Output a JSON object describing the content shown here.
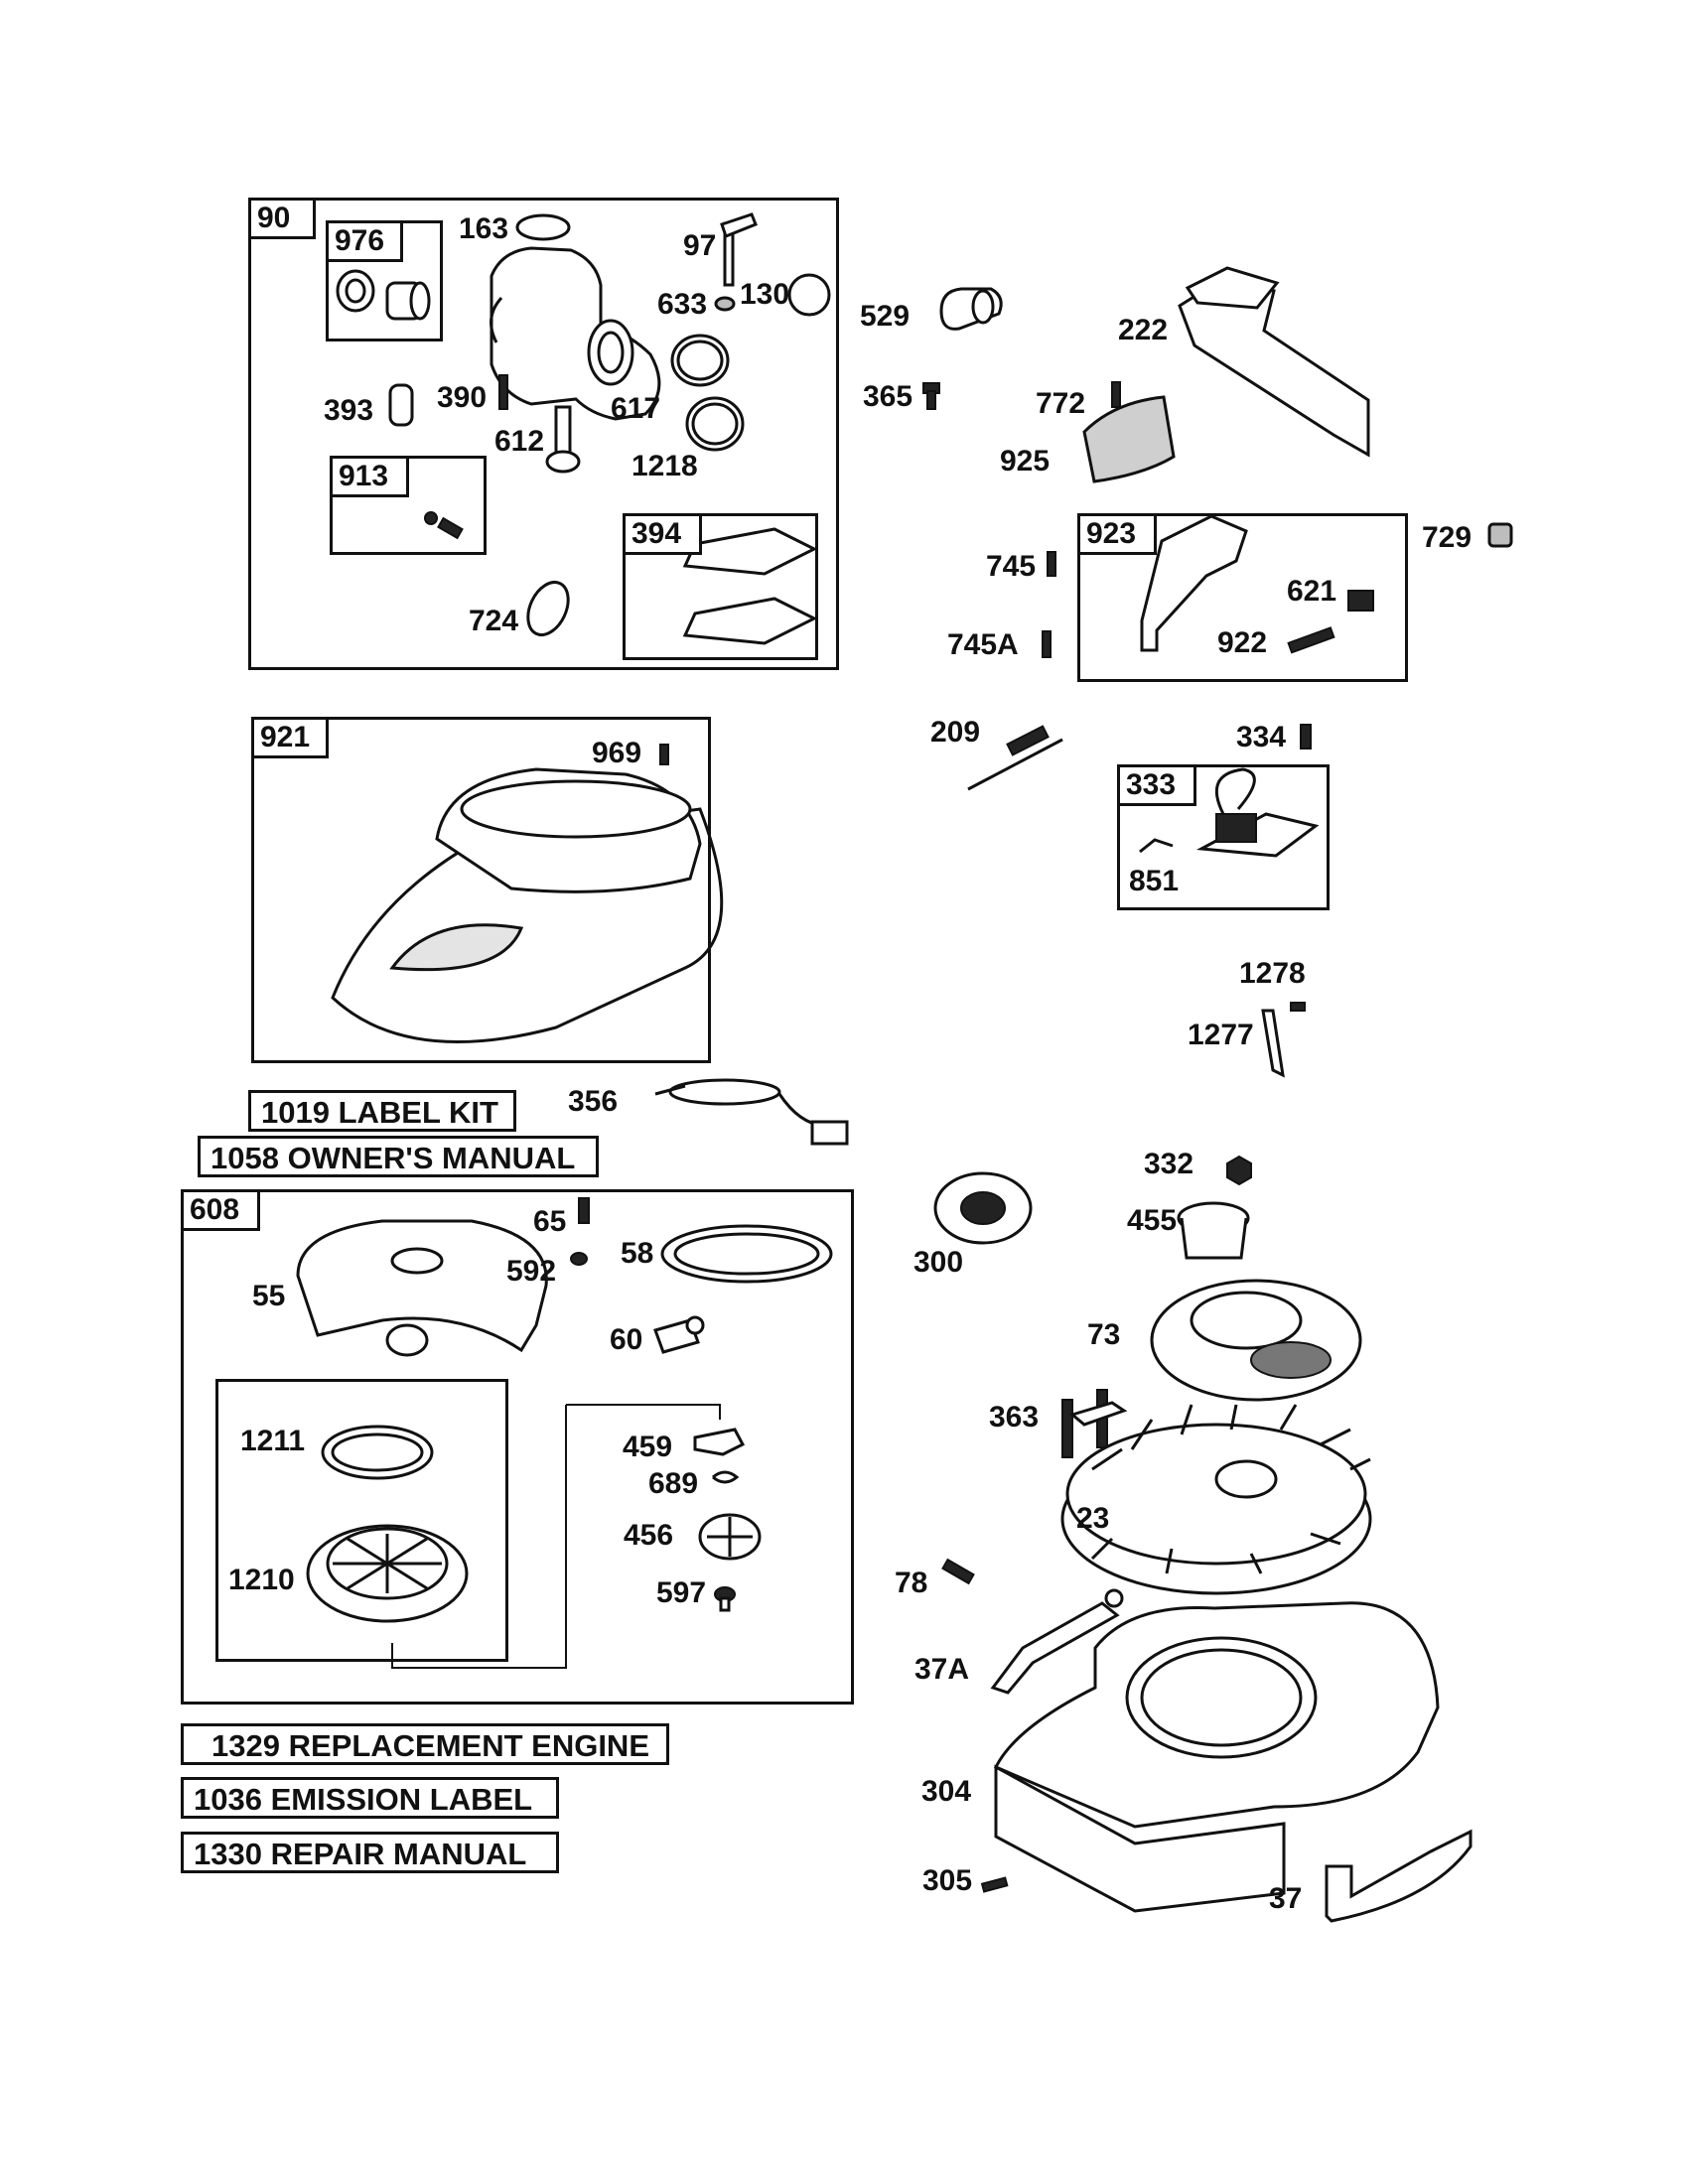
{
  "groups": {
    "g90": "90",
    "g976": "976",
    "g913": "913",
    "g394": "394",
    "g921": "921",
    "g923": "923",
    "g333": "333",
    "g608": "608"
  },
  "kits": {
    "label_kit": "1019 LABEL KIT",
    "owners_manual": "1058 OWNER'S MANUAL",
    "replacement_engine": "1329 REPLACEMENT ENGINE",
    "emission_label": "1036 EMISSION LABEL",
    "repair_manual": "1330 REPAIR MANUAL"
  },
  "parts": {
    "p163": "163",
    "p97": "97",
    "p633": "633",
    "p130": "130",
    "p393": "393",
    "p390": "390",
    "p617": "617",
    "p612": "612",
    "p1218": "1218",
    "p724": "724",
    "p529": "529",
    "p365": "365",
    "p222": "222",
    "p772": "772",
    "p925": "925",
    "p729": "729",
    "p745": "745",
    "p745a": "745A",
    "p621": "621",
    "p922": "922",
    "p969": "969",
    "p209": "209",
    "p334": "334",
    "p851": "851",
    "p1278": "1278",
    "p1277": "1277",
    "p356": "356",
    "p65": "65",
    "p592": "592",
    "p58": "58",
    "p55": "55",
    "p60": "60",
    "p1211": "1211",
    "p1210": "1210",
    "p459": "459",
    "p689": "689",
    "p456": "456",
    "p597": "597",
    "p332": "332",
    "p455": "455",
    "p300": "300",
    "p73": "73",
    "p363": "363",
    "p23": "23",
    "p78": "78",
    "p37a": "37A",
    "p304": "304",
    "p305": "305",
    "p37": "37"
  }
}
